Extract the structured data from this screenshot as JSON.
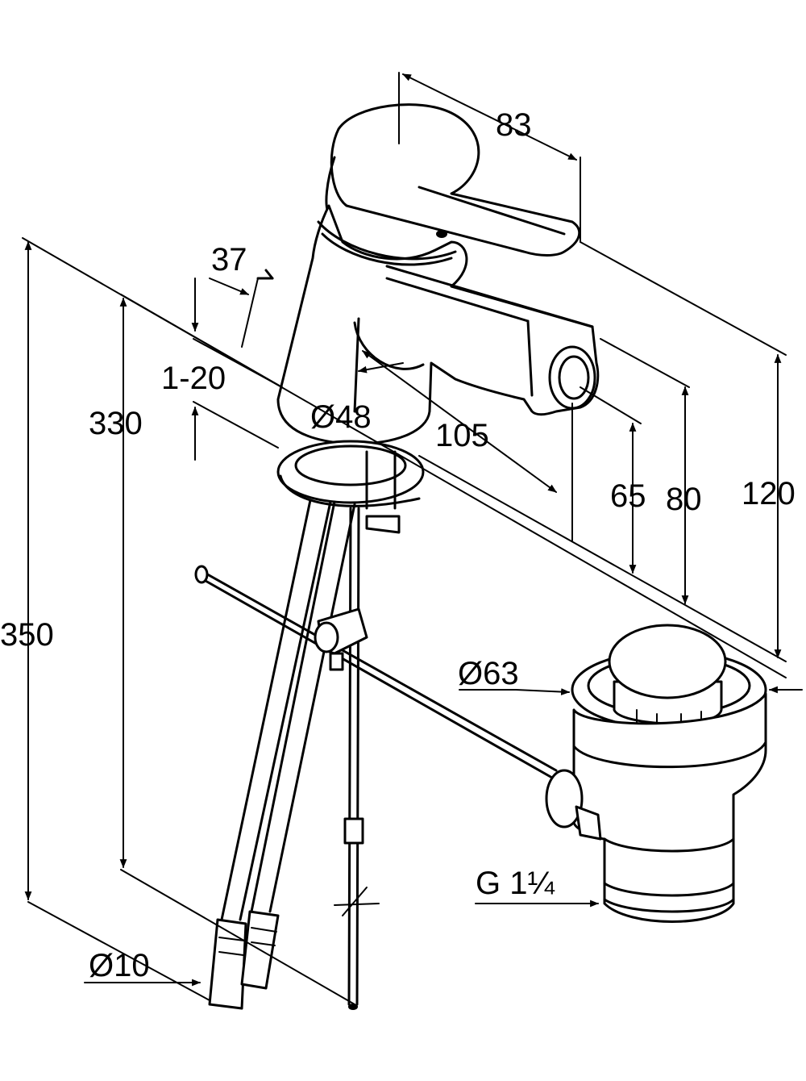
{
  "dimensions": {
    "handle_length": "83",
    "aerator_offset": "37",
    "deck_thickness": "1-20",
    "total_height_long": "350",
    "total_height": "330",
    "body_diameter": "Ø48",
    "spout_reach": "105",
    "spout_height": "65",
    "spout_top": "80",
    "overall_height": "120",
    "drain_diameter": "Ø63",
    "hose_diameter": "Ø10",
    "drain_thread": "G 1¼"
  }
}
